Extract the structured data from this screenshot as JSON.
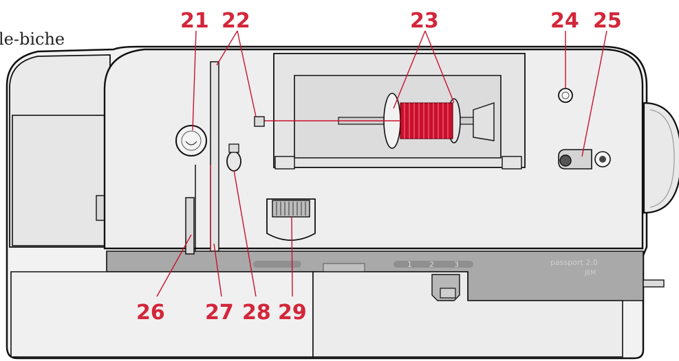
{
  "top_text": "le-biche",
  "brand_text": "passport 2.0",
  "sub_brand_text": "JEM",
  "callouts": {
    "c21": "21",
    "c22": "22",
    "c23": "23",
    "c24": "24",
    "c25": "25",
    "c26": "26",
    "c27": "27",
    "c28": "28",
    "c29": "29"
  },
  "dial_numbers": [
    "1",
    "2",
    "3"
  ],
  "colors": {
    "callout": "#d3263a",
    "thread": "#c8102e",
    "body_fill": "#eeeeee",
    "body_stroke": "#111111",
    "grey_strip": "#a9a9a9"
  }
}
